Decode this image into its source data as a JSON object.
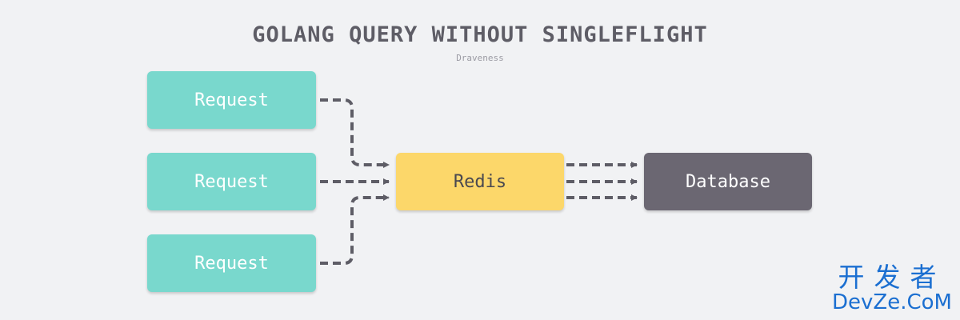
{
  "title": "GOLANG QUERY WITHOUT SINGLEFLIGHT",
  "subtitle": "Draveness",
  "nodes": {
    "request_1": "Request",
    "request_2": "Request",
    "request_3": "Request",
    "redis": "Redis",
    "database": "Database"
  },
  "colors": {
    "request": "#79d8cd",
    "redis": "#fcd76a",
    "database": "#6b6772",
    "edge": "#5e5d66"
  },
  "watermark": {
    "cn": "开发者",
    "en": "DevZe.CoM"
  }
}
